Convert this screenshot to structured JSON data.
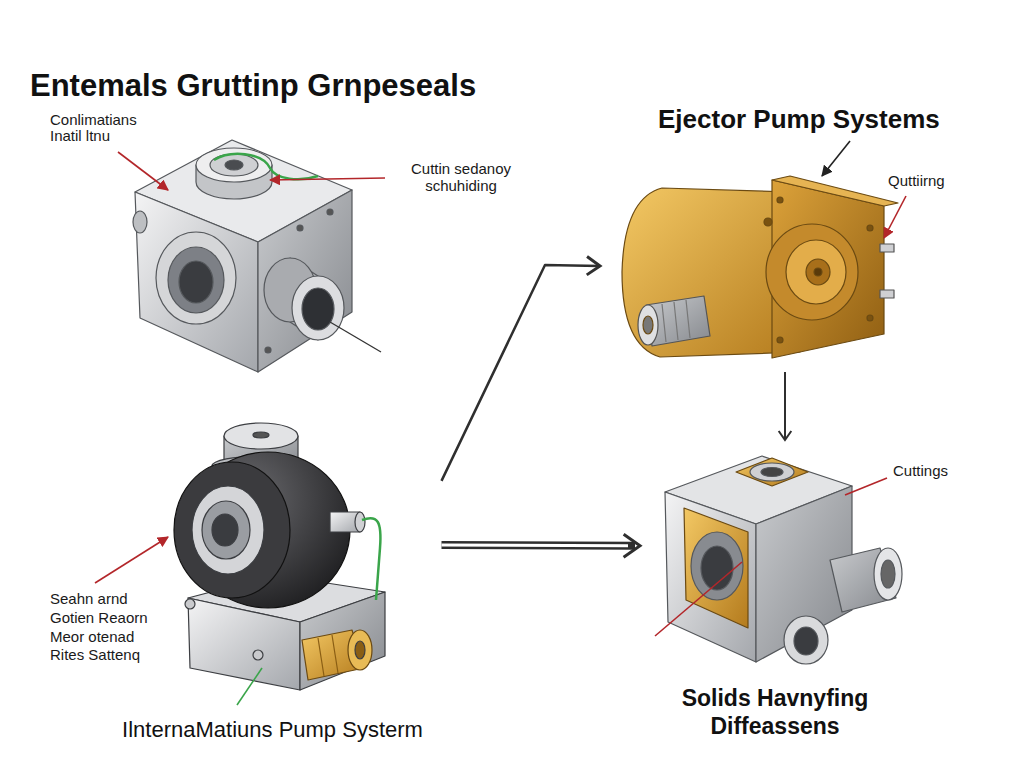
{
  "diagram": {
    "title": "Entemals Gruttinp Grnpeseals",
    "nodes": [
      {
        "text": [
          "Ejector Pump Systems"
        ]
      },
      {
        "text": [
          "IlnternaMatiuns Pump Systerm"
        ]
      },
      {
        "text": [
          "Solids Havnyfing Diffeassens"
        ]
      }
    ],
    "edges": [
      {
        "from": 1,
        "to": 0,
        "arrow": "to"
      },
      {
        "from": 0,
        "to": 2,
        "arrow": "to"
      },
      {
        "from": 1,
        "to": 2,
        "arrow": "to"
      }
    ],
    "labels": [
      "Conlimatians Inatil ltnu",
      "Cuttin sedanoy schuhiding",
      "Quttiirng",
      "Cuttings",
      "Seahn arnd Gotien Reaorn Meor otenad Rites Sattenq"
    ]
  }
}
